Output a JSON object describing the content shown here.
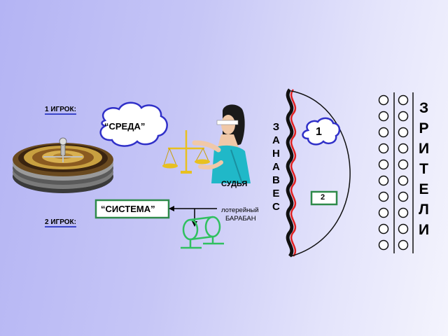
{
  "player1_label": "1 ИГРОК:",
  "player2_label": "2 ИГРОК:",
  "environment_label": "“СРЕДА”",
  "system_label": "“СИСТЕМА”",
  "judge_label": "СУДЬЯ",
  "lottery_label_line1": "лотерейный",
  "lottery_label_line2": "БАРАБАН",
  "curtain_word": "ЗАНАВЕС",
  "spectators_word": "ЗРИТЕЛИ",
  "zone1_label": "1",
  "zone2_label": "2",
  "colors": {
    "cloud_stroke": "#3030c8",
    "system_box": "#2e8a4a",
    "lottery_drum": "#30c060",
    "curtain_red": "#e02020",
    "judge_dress": "#20b8c8",
    "scales": "#e8c020"
  }
}
